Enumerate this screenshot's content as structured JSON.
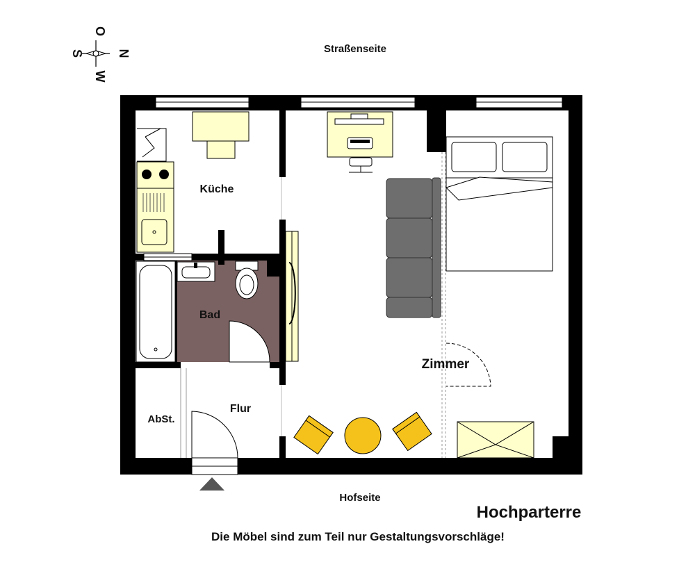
{
  "compass": {
    "north": "N",
    "south": "S",
    "east": "O",
    "west": "W"
  },
  "labels": {
    "street_side": "Straßenseite",
    "court_side": "Hofseite",
    "floor": "Hochparterre",
    "note": "Die Möbel sind zum Teil nur Gestaltungsvorschläge!"
  },
  "rooms": {
    "kitchen": "Küche",
    "bath": "Bad",
    "hall": "Flur",
    "storage": "AbSt.",
    "room": "Zimmer"
  },
  "colors": {
    "wall": "#000000",
    "furniture": "#ffffcc",
    "bath_floor": "#7b6262",
    "sofa": "#6e6e6e",
    "chair": "#f5c21b",
    "table": "#f5c21b"
  }
}
